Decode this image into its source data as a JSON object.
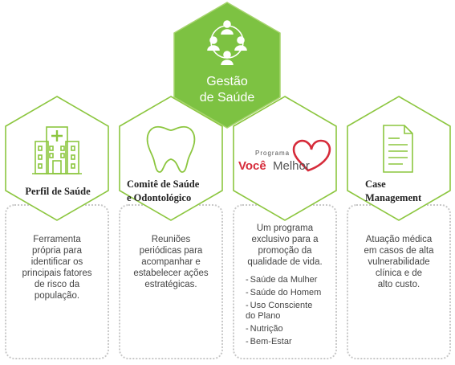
{
  "center": {
    "line1": "Gestão",
    "line2": "de Saúde",
    "icon": "people-network-icon"
  },
  "items": [
    {
      "title_lines": [
        "Perfil de Saúde"
      ],
      "icon": "hospital-icon",
      "desc_lines": [
        "Ferramenta",
        "própria para",
        "identificar os",
        "principais fatores",
        "de risco da",
        "população."
      ]
    },
    {
      "title_lines": [
        "Comitê de Saúde",
        "e Odontológico"
      ],
      "icon": "tooth-icon",
      "desc_lines": [
        "Reuniões",
        "periódicas para",
        "acompanhar e",
        "estabelecer ações",
        "estratégicas."
      ]
    },
    {
      "logo": {
        "small": "Programa",
        "voce": "Você",
        "melhor": "Melhor"
      },
      "icon": "heart-logo-icon",
      "desc_lines": [
        "Um programa",
        "exclusivo para a",
        "promoção da",
        "qualidade de vida."
      ],
      "bullets": [
        [
          "Saúde da Mulher"
        ],
        [
          "Saúde do Homem"
        ],
        [
          "Uso Consciente",
          "do Plano"
        ],
        [
          "Nutrição"
        ],
        [
          "Bem-Estar"
        ]
      ]
    },
    {
      "title_lines": [
        "Case",
        "Management"
      ],
      "icon": "document-icon",
      "desc_lines": [
        "Atuação médica",
        "em casos de alta",
        "vulnerabilidade",
        "clínica e de",
        "alto custo."
      ]
    }
  ],
  "colors": {
    "green": "#7dc242",
    "green_light": "#a6d46d",
    "red": "#d62b3a",
    "card_border": "#c8c8c8",
    "text": "#444444"
  }
}
